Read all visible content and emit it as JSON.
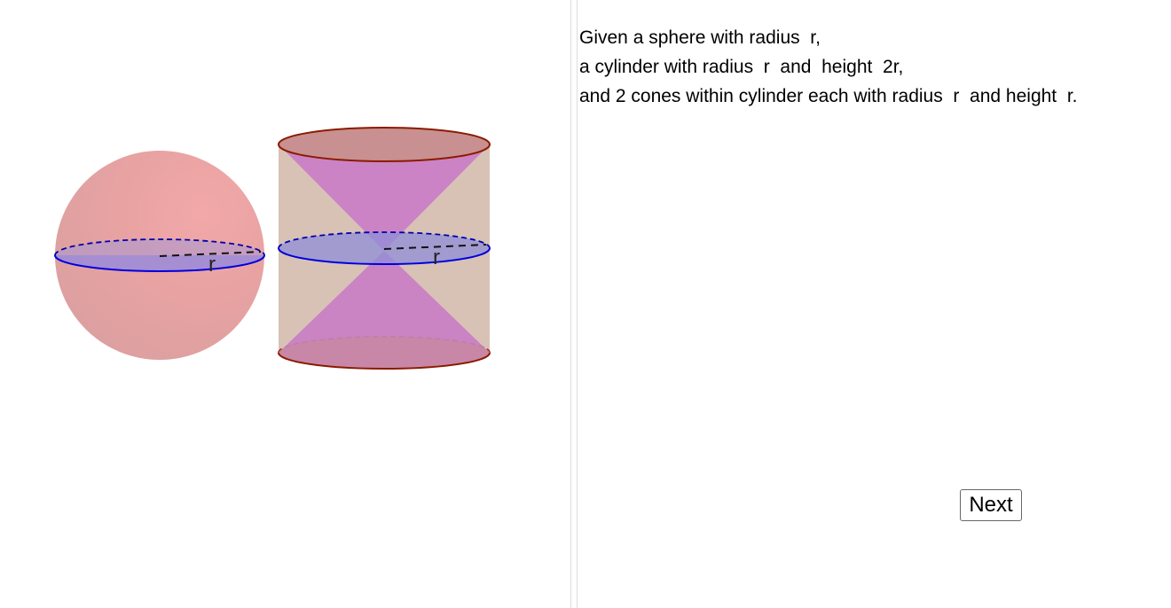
{
  "description": {
    "line1": "Given a sphere with radius  r,",
    "line2": "a cylinder with radius  r  and  height  2r,",
    "line3": "and 2 cones within cylinder each with radius  r  and height  r."
  },
  "next_button": {
    "label": "Next"
  },
  "sphere": {
    "radius_label": "r"
  },
  "cylinder": {
    "radius_label": "r"
  },
  "colors": {
    "sphere_fill": "#e8a3a3",
    "cylinder_fill": "#d8c0b4",
    "cone_fill": "#cc7cc4",
    "equator_stroke": "#0000dd",
    "equator_fill": "#9b8ad8",
    "rim_stroke": "#8b1a00",
    "rim_fill": "#c89090"
  }
}
